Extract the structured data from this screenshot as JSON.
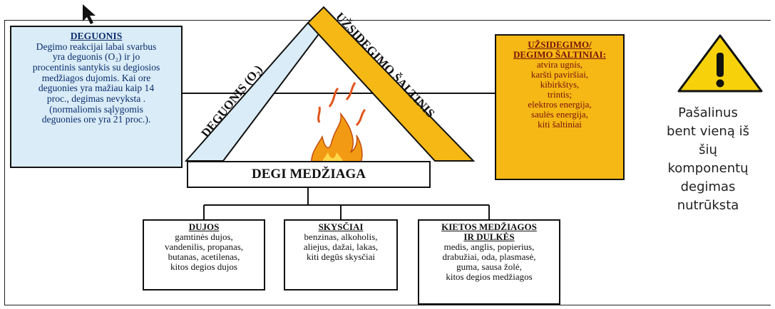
{
  "oxygen": {
    "title": "DEGUONIS",
    "lines": [
      "Degimo reakcijai labai svarbus",
      "yra deguonis (O₂) ir jo",
      "procentinis santykis su degiosios",
      "medžiagos dujomis. Kai ore",
      "deguonies yra mažiau kaip 14",
      "proc., degimas nevyksta .",
      "(normaliomis sąlygomis",
      "deguonies ore yra 21 proc.)."
    ]
  },
  "triangle": {
    "left_label": "DEGUONIS (O₂)",
    "right_label": "UŽSIDEGIMO ŠALTINIS"
  },
  "ignition": {
    "title_line1": "UŽSIDEGIMO/",
    "title_line2": "DEGIMO ŠALTINIAI:",
    "lines": [
      "atvira ugnis,",
      "karšti paviršiai,",
      "kibirkštys,",
      "trintis;",
      "elektros energija,",
      "saulės energija,",
      "kiti šaltiniai"
    ]
  },
  "fuel": {
    "title": "DEGI MEDŽIAGA"
  },
  "gas": {
    "title": "DUJOS",
    "lines": [
      "gamtinės dujos,",
      "vandenilis, propanas,",
      "butanas, acetilenas,",
      "kitos degios dujos"
    ]
  },
  "liquid": {
    "title": "SKYSČIAI",
    "lines": [
      "benzinas, alkoholis,",
      "aliejus, dažai, lakas,",
      "kiti degūs skysčiai"
    ]
  },
  "solid": {
    "title_line1": "KIETOS MEDŽIAGOS",
    "title_line2": "IR DULKĖS",
    "lines": [
      "medis, anglis, popierius,",
      "drabužiai, oda, plasmasė,",
      "guma, sausa žolė,",
      "kitos degios medžiagos"
    ]
  },
  "conclusion": {
    "lines": [
      "Pašalinus",
      "bent vieną iš",
      "šių",
      "komponentų",
      "degimas",
      "nutrūksta"
    ]
  },
  "colors": {
    "oxygen_fill": "#d9ecf7",
    "ignition_fill": "#f5b814",
    "warning_fill": "#f7d20a"
  },
  "icons": {
    "warning": "warning-triangle-icon",
    "fire": "flame-icon"
  }
}
